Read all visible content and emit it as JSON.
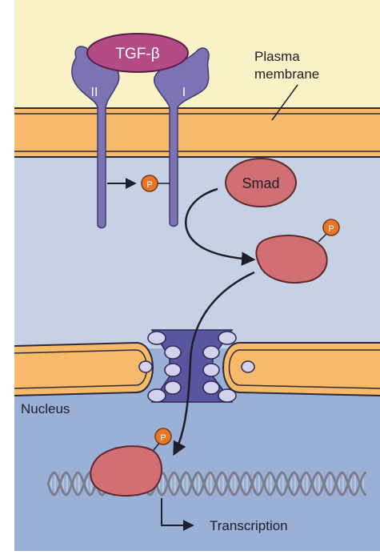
{
  "figure": {
    "ligand_label": "TGF-β",
    "receptor_ii_label": "II",
    "receptor_i_label": "I",
    "plasma_membrane_label_line1": "Plasma",
    "plasma_membrane_label_line2": "membrane",
    "smad_label": "Smad",
    "nucleus_label": "Nucleus",
    "transcription_label": "Transcription",
    "phosphate_symbol": "P",
    "colors": {
      "extracellular": "#faf1c6",
      "cytoplasm": "#c7d1e6",
      "nucleoplasm": "#9bb0d6",
      "membrane_orange": "#f7b96a",
      "membrane_line": "#2b2b3a",
      "receptor": "#7b73b3",
      "ligand": "#b24b86",
      "smad": "#d16f74",
      "phosphate": "#e8762a",
      "pore": "#5a55a0",
      "pore_ring": "#d5d2ee",
      "dna_strand": "#7a7e8a"
    }
  }
}
